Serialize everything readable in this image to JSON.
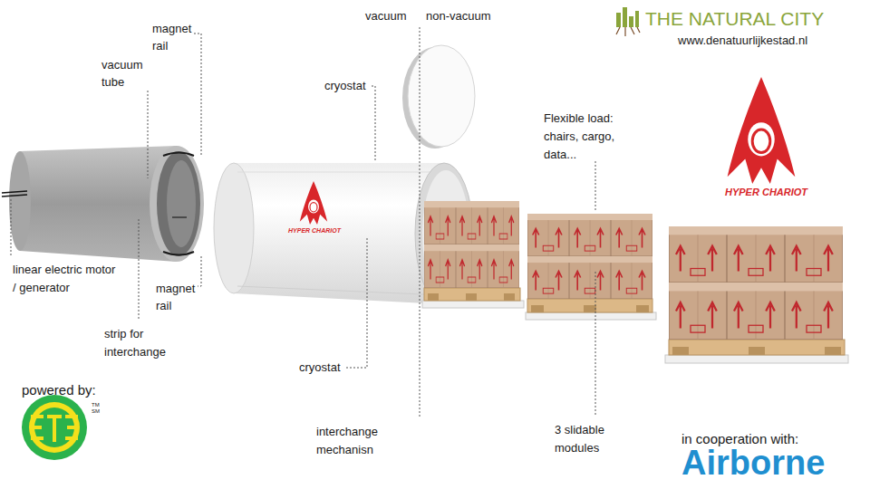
{
  "diagram": {
    "labels": [
      "THE NATURAL CITY",
      "www.denatuurlijkestad.nl",
      "vacuum",
      "non-vacuum",
      "magnet rail",
      "vacuum tube",
      "cryostat",
      "Flexible load: chairs, cargo, data...",
      "HYPER CHARIOT",
      "HYPER CHARIOT",
      "linear electric motor / generator",
      "magnet rail",
      "strip for interchange",
      "cryostat",
      "interchange mechanisn",
      "3 slidable modules",
      "powered by:",
      "TM",
      "SM",
      "in cooperation with:",
      "Airborne"
    ]
  }
}
